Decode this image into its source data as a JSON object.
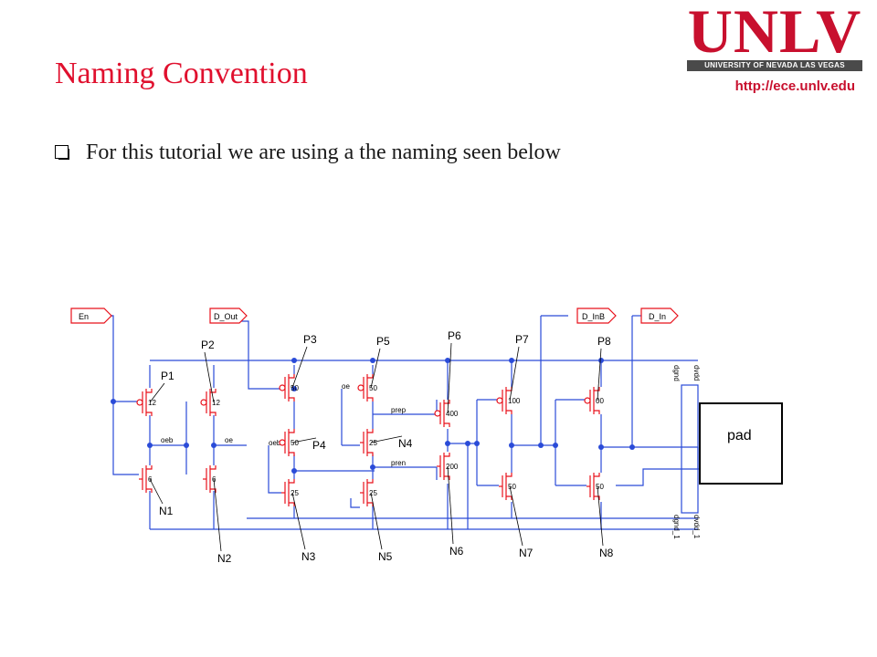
{
  "header": {
    "logo_text": "UNLV",
    "logo_subtext": "UNIVERSITY OF NEVADA LAS VEGAS",
    "url": "http://ece.unlv.edu",
    "title": "Naming Convention"
  },
  "bullet": {
    "text": "For this tutorial we are using a the naming seen below"
  },
  "colors": {
    "title": "#e0102e",
    "logo": "#c8102e",
    "wire": "#2a4bd8",
    "transistor": "#e8101a"
  },
  "schematic": {
    "pins": [
      "En",
      "D_Out",
      "D_InB",
      "D_In"
    ],
    "pad_label": "pad",
    "net_labels": [
      "oeb",
      "oe",
      "oeb",
      "oe",
      "prep",
      "pren"
    ],
    "rail_labels": [
      "dgnd",
      "dvdd",
      "dgnd_1",
      "dvdd_1"
    ],
    "transistors": [
      {
        "label": "P1",
        "size": "12"
      },
      {
        "label": "N1",
        "size": "6"
      },
      {
        "label": "P2",
        "size": "12"
      },
      {
        "label": "N2",
        "size": "6"
      },
      {
        "label": "P3",
        "size": "50"
      },
      {
        "label": "P4",
        "size": "50"
      },
      {
        "label": "N3",
        "size": "25"
      },
      {
        "label": "P5",
        "size": "50"
      },
      {
        "label": "N4",
        "size": "25"
      },
      {
        "label": "N5",
        "size": "25"
      },
      {
        "label": "P6",
        "size": "400"
      },
      {
        "label": "N6",
        "size": "200"
      },
      {
        "label": "P7",
        "size": "100"
      },
      {
        "label": "N7",
        "size": "50"
      },
      {
        "label": "P8",
        "size": "00"
      },
      {
        "label": "N8",
        "size": "50"
      }
    ]
  }
}
